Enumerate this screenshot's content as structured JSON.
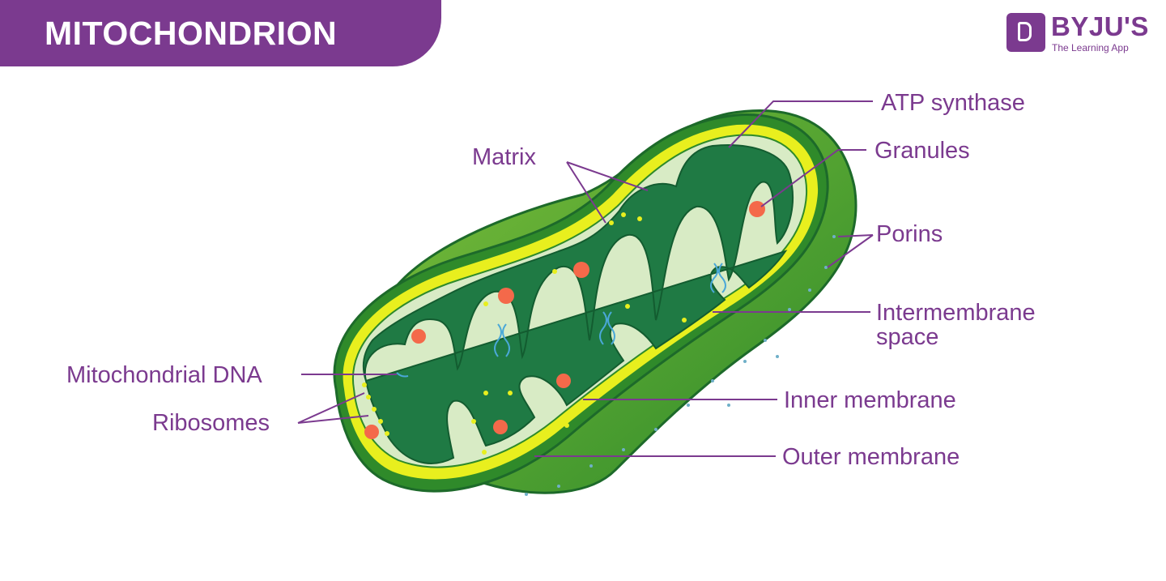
{
  "title": "MITOCHONDRION",
  "logo": {
    "name": "BYJU'S",
    "tagline": "The Learning App"
  },
  "labels": {
    "atp_synthase": "ATP synthase",
    "matrix": "Matrix",
    "granules": "Granules",
    "porins": "Porins",
    "intermembrane_line1": "Intermembrane",
    "intermembrane_line2": "space",
    "mito_dna": "Mitochondrial DNA",
    "ribosomes": "Ribosomes",
    "inner_membrane": "Inner membrane",
    "outer_membrane": "Outer membrane"
  },
  "colors": {
    "brand_purple": "#7b3a8f",
    "outer_green": "#3e9a2e",
    "yellow_membrane": "#e8ef1e",
    "intermembrane": "#d8ebc5",
    "matrix_green": "#1f7a44",
    "granule": "#f4694a",
    "dna": "#4aa8d8"
  }
}
